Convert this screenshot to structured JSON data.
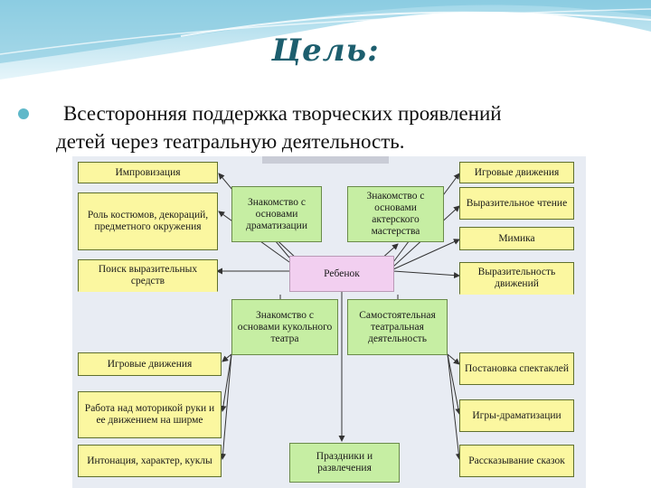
{
  "slide": {
    "title": "Цель:",
    "goal_line1": "Всесторонняя поддержка творческих проявлений",
    "goal_line2": "детей через  театральную деятельность."
  },
  "diagram": {
    "center": "Ребенок",
    "left": [
      "Импровизация",
      "Роль костюмов, декораций, предметного окружения",
      "Поиск выразительных средств",
      "Игровые движения",
      "Работа над моторикой руки и ее движением на ширме",
      "Интонация, характер, куклы"
    ],
    "right": [
      "Игровые движения",
      "Выразительное чтение",
      "Мимика",
      "Выразительность движений",
      "Постановка спектаклей",
      "Игры-драматизации",
      "Рассказывание сказок"
    ],
    "inner": {
      "top_left": "Знакомство с основами драматизации",
      "top_right": "Знакомство с основами актерского мастерства",
      "bottom_left": "Знакомство с основами кукольного театра",
      "bottom_right": "Самостоятельная театральная деятельность",
      "bottom_center": "Праздники и развлечения"
    }
  },
  "colors": {
    "box_yellow": "#fbf7a0",
    "box_green": "#c6eea3",
    "box_pink": "#f2cff0",
    "title": "#1c5e6e"
  }
}
